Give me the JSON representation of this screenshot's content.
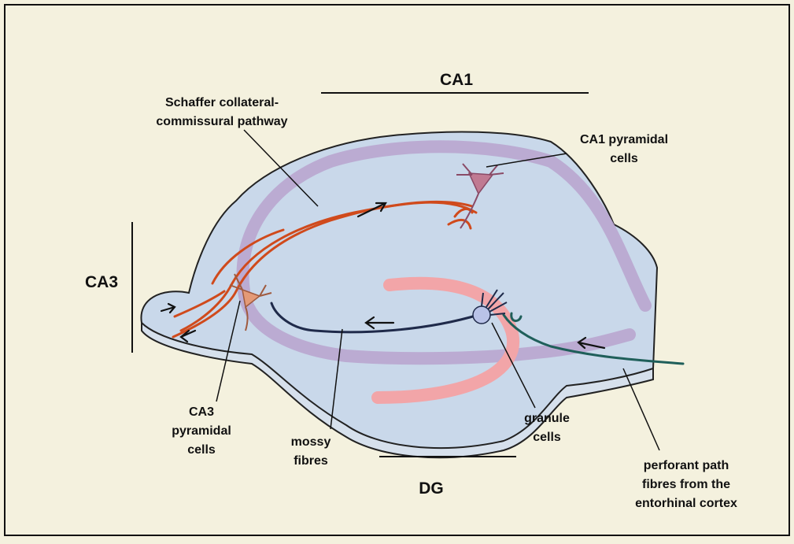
{
  "labels": {
    "ca1": "CA1",
    "ca3": "CA3",
    "dg": "DG",
    "schaffer_line1": "Schaffer collateral-",
    "schaffer_line2": "commissural pathway",
    "ca1_pyr_line1": "CA1 pyramidal",
    "ca1_pyr_line2": "cells",
    "ca3_pyr_line1": "CA3",
    "ca3_pyr_line2": "pyramidal",
    "ca3_pyr_line3": "cells",
    "mossy_line1": "mossy",
    "mossy_line2": "fibres",
    "granule_line1": "granule",
    "granule_line2": "cells",
    "perforant_line1": "perforant path",
    "perforant_line2": "fibres from the",
    "perforant_line3": "entorhinal cortex"
  },
  "colors": {
    "background": "#f4f1de",
    "tissue": "#c9d8ea",
    "tissue_edge": "#222222",
    "pyramidal_layer": "#b9a6cf",
    "granule_layer": "#f2a5a8",
    "schaffer_fibre": "#d04a1c",
    "mossy_fibre": "#1f2a4a",
    "perforant_fibre": "#1f5f5a",
    "pyramidal_cell": "#c07a92",
    "granule_cell": "#b9c3e8"
  }
}
